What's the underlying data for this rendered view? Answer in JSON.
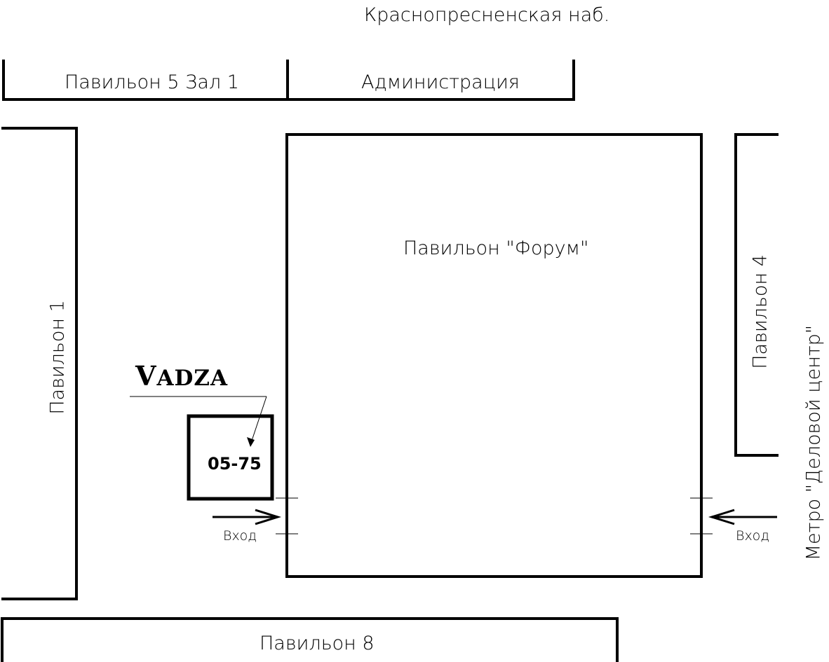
{
  "street": "Краснопресненская наб.",
  "buildings": {
    "pavilion_5_hall_1": "Павильон 5 Зал 1",
    "administration": "Администрация",
    "pavilion_1": "Павильон 1",
    "forum": "Павильон \"Форум\"",
    "pavilion_4": "Павильон 4",
    "pavilion_8": "Павильон 8"
  },
  "metro": "Метро \"Деловой центр\"",
  "entrances": {
    "left": "Вход",
    "right": "Вход"
  },
  "stand": {
    "brand": "VADZA",
    "number": "05-75"
  }
}
